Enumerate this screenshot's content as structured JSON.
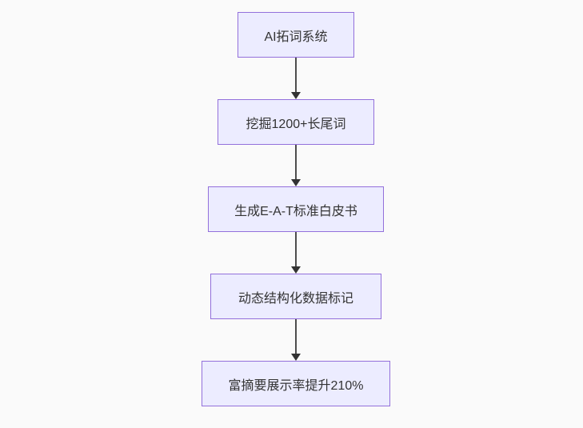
{
  "theme": {
    "canvas_bg": "#fafafa",
    "node_fill": "#ececff",
    "node_border": "#9370db",
    "node_text": "#333333",
    "arrow_line": "#4d4d4d",
    "arrow_head": "#333333"
  },
  "flowchart": {
    "type": "flowchart",
    "direction": "top-down",
    "nodes": [
      {
        "id": "A",
        "label": "AI拓词系统"
      },
      {
        "id": "B",
        "label": "挖掘1200+长尾词"
      },
      {
        "id": "C",
        "label": "生成E-A-T标准白皮书"
      },
      {
        "id": "D",
        "label": "动态结构化数据标记"
      },
      {
        "id": "E",
        "label": "富摘要展示率提升210%"
      }
    ],
    "edges": [
      {
        "from": "A",
        "to": "B"
      },
      {
        "from": "B",
        "to": "C"
      },
      {
        "from": "C",
        "to": "D"
      },
      {
        "from": "D",
        "to": "E"
      }
    ]
  }
}
